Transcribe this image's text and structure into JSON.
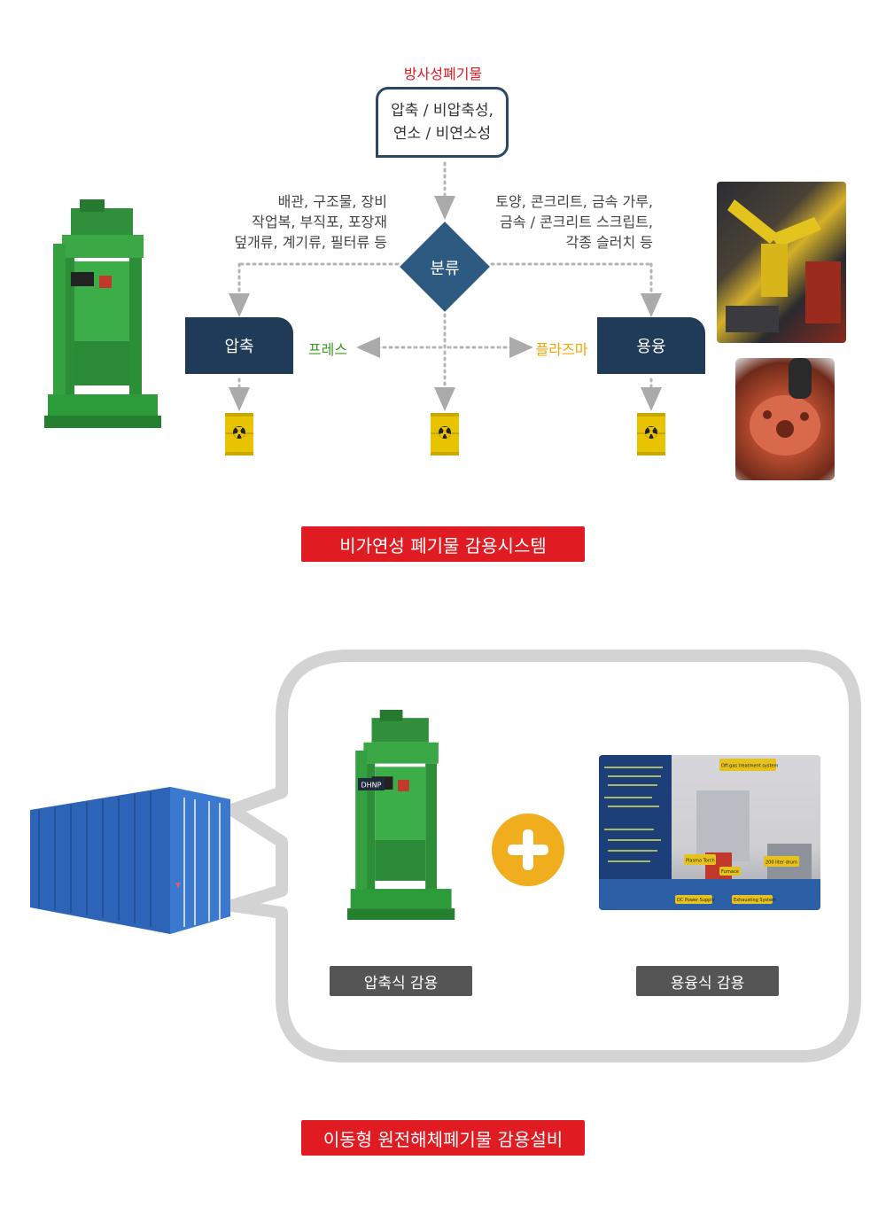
{
  "flow": {
    "top_label": "방사성폐기물",
    "source_box": "압축 / 비압축성,\n연소 / 비연소성",
    "left_desc": "배관, 구조물, 장비\n작업복, 부직포, 포장재\n덮개류, 계기류, 필터류 등",
    "right_desc": "토양, 콘크리트, 금속 가루,\n금속 / 콘크리트 스크립트,\n각종 슬러치 등",
    "sort_label": "분류",
    "left_process": "압축",
    "right_process": "용융",
    "press_label": "프레스",
    "plasma_label": "플라즈마",
    "title": "비가연성 폐기물 감용시스템"
  },
  "mobile": {
    "press_caption": "압축식 감용",
    "melt_caption": "용융식 감용",
    "title": "이동형 원전해체폐기물 감용설비",
    "machine_logo": "DHNP",
    "panel_labels": [
      "Off-gas treatment system",
      "Plasma Torch",
      "200 liter drum",
      "Furnace",
      "DC Power Supply",
      "Exhausting System"
    ]
  },
  "colors": {
    "red": "#e11b22",
    "navy": "#1f3b57",
    "diamond": "#2d5a80",
    "green": "#3a9a1d",
    "orange": "#f0a500",
    "gray_label": "#555555"
  }
}
